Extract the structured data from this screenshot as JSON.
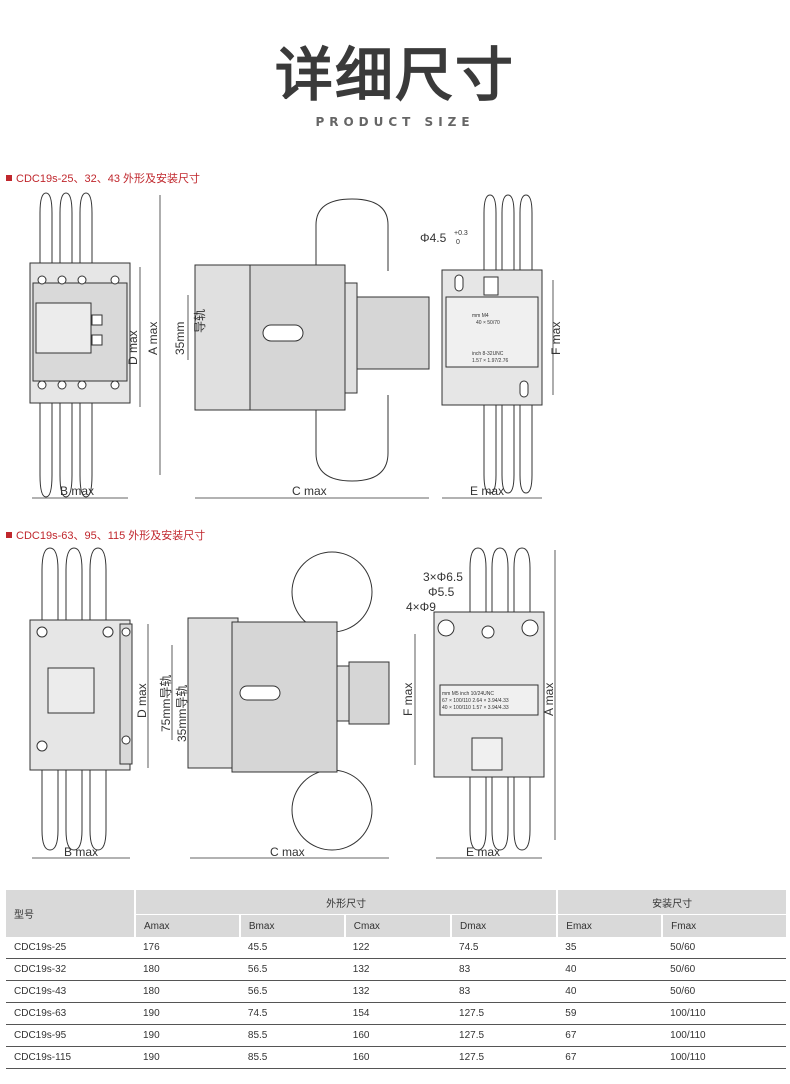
{
  "header": {
    "title": "详细尺寸",
    "subtitle": "PRODUCT SIZE"
  },
  "section1": {
    "label": "CDC19s-25、32、43 外形及安装尺寸",
    "rail": "35mm",
    "rail_cn": "导轨",
    "hole": "Φ4.5",
    "hole_tol": "+0.3",
    "hole_tol2": "0",
    "plate_lines": [
      "mm       M4",
      "40 × 50/70",
      "inch 8-32UNC",
      "1.57 × 1.97/2.76"
    ],
    "dims": {
      "b": "B max",
      "c": "C max",
      "e": "E max",
      "a": "A max",
      "d": "D max",
      "f": "F max"
    }
  },
  "section2": {
    "label": "CDC19s-63、95、115 外形及安装尺寸",
    "rail75": "75mm导轨",
    "rail35": "35mm导轨",
    "hole1": "3×Φ6.5",
    "hole2": "Φ5.5",
    "hole3": "4×Φ9",
    "plate_lines": [
      "mm    M5   inch 10/24UNC",
      "67 × 100/110  2.64 × 3.94/4.33",
      "40 × 100/110  1.57 × 3.94/4.33"
    ],
    "dims": {
      "b": "B max",
      "c": "C max",
      "e": "E max",
      "a": "A max",
      "d": "D max",
      "f": "F max"
    }
  },
  "table": {
    "model_header": "型号",
    "group_outline": "外形尺寸",
    "group_install": "安装尺寸",
    "columns": [
      "Amax",
      "Bmax",
      "Cmax",
      "Dmax",
      "Emax",
      "Fmax"
    ],
    "rows": [
      [
        "CDC19s-25",
        "176",
        "45.5",
        "122",
        "74.5",
        "35",
        "50/60"
      ],
      [
        "CDC19s-32",
        "180",
        "56.5",
        "132",
        "83",
        "40",
        "50/60"
      ],
      [
        "CDC19s-43",
        "180",
        "56.5",
        "132",
        "83",
        "40",
        "50/60"
      ],
      [
        "CDC19s-63",
        "190",
        "74.5",
        "154",
        "127.5",
        "59",
        "100/110"
      ],
      [
        "CDC19s-95",
        "190",
        "85.5",
        "160",
        "127.5",
        "67",
        "100/110"
      ],
      [
        "CDC19s-115",
        "190",
        "85.5",
        "160",
        "127.5",
        "67",
        "100/110"
      ]
    ]
  }
}
